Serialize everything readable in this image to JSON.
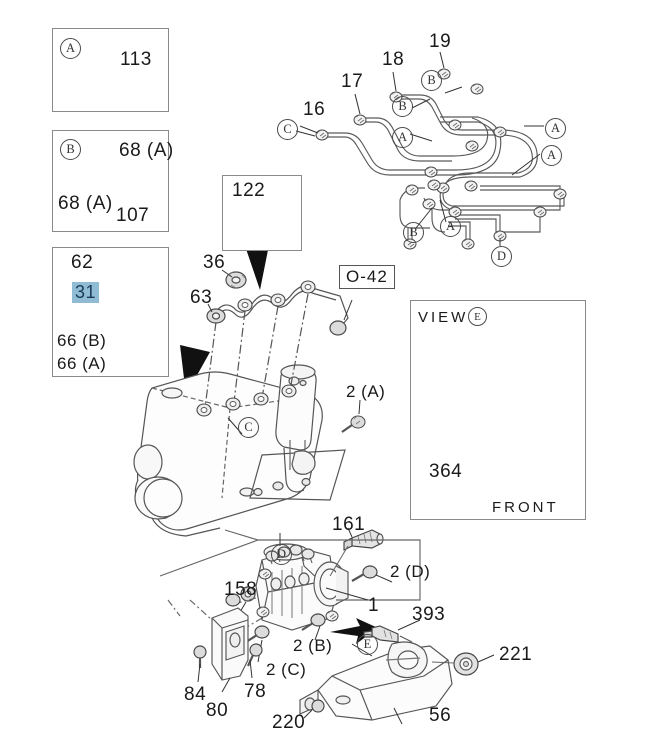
{
  "diagram": {
    "title": "Fuel Injection Pump and Injector Parts Diagram",
    "background_color": "#ffffff",
    "line_color": "#4a4a4a",
    "highlight_color": "#8fbcd4"
  },
  "detail_panels": [
    {
      "id": "panel-a",
      "letter": "A",
      "parts": [
        "113"
      ]
    },
    {
      "id": "panel-b",
      "letter": "B",
      "parts": [
        "68 (A)",
        "68 (A)",
        "107"
      ]
    },
    {
      "id": "panel-c",
      "letter": "",
      "parts": [
        "62",
        "31",
        "66 (B)",
        "66 (A)"
      ],
      "highlighted_part": "31"
    },
    {
      "id": "panel-122",
      "letter": "",
      "parts": [
        "122"
      ]
    }
  ],
  "labels": {
    "panel_a_letter": "A",
    "part_113": "113",
    "panel_b_letter": "B",
    "part_68a_top": "68 (A)",
    "part_68a_bottom": "68 (A)",
    "part_107": "107",
    "part_62": "62",
    "part_31": "31",
    "part_66b": "66 (B)",
    "part_66a": "66 (A)",
    "part_122": "122",
    "part_16": "16",
    "part_17": "17",
    "part_18": "18",
    "part_19": "19",
    "part_36": "36",
    "part_63": "63",
    "part_o42": "O-42",
    "part_2a": "2 (A)",
    "part_2b_upper": "2 (B)",
    "part_2c": "2 (C)",
    "part_2d": "2 (D)",
    "part_161": "161",
    "part_158": "158",
    "part_1": "1",
    "part_84": "84",
    "part_80": "80",
    "part_78": "78",
    "part_220": "220",
    "part_393": "393",
    "part_221": "221",
    "part_56": "56",
    "part_364": "364",
    "view_e_title": "VIEW",
    "view_e_letter": "E",
    "front_arrow_text": "FRONT"
  },
  "callout_circles": {
    "pipe_c": "C",
    "pipe_b1": "B",
    "pipe_b2": "B",
    "pipe_a1": "A",
    "pipe_a2": "A",
    "pipe_a3": "A",
    "pipe_a4": "A",
    "pipe_b3": "B",
    "pipe_d": "D",
    "engine_c": "C",
    "pump_d": "D",
    "bracket_e": "E"
  }
}
